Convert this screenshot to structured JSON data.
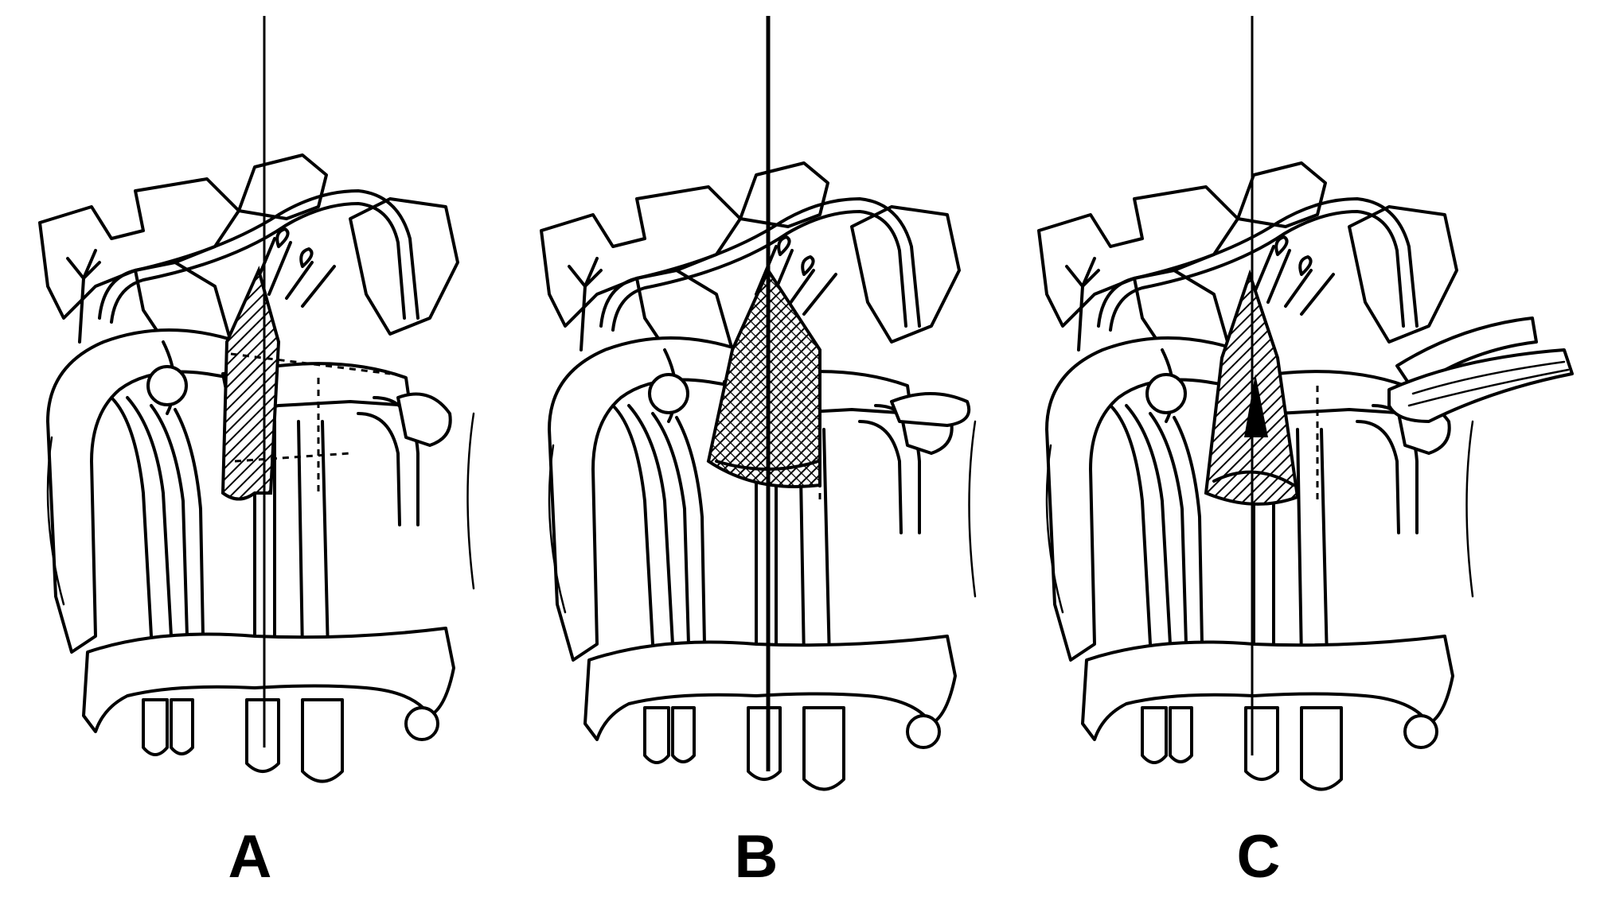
{
  "figure": {
    "panels": [
      {
        "id": "A",
        "label": "A"
      },
      {
        "id": "B",
        "label": "B"
      },
      {
        "id": "C",
        "label": "C"
      }
    ],
    "colors": {
      "ink": "#000000",
      "paper": "#ffffff"
    }
  }
}
